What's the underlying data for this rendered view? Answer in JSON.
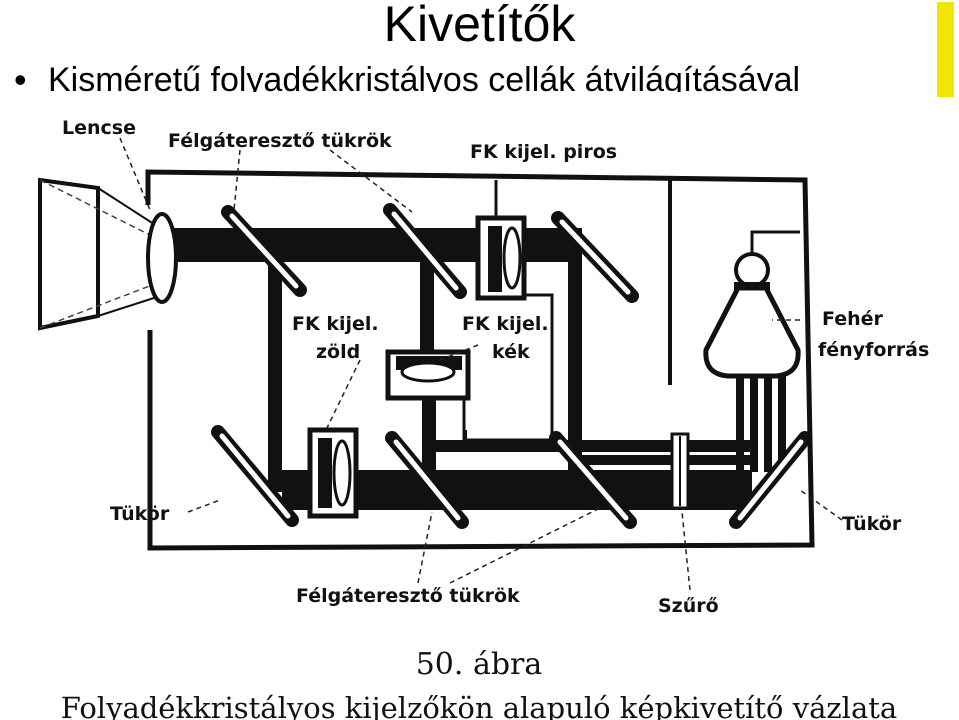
{
  "slide": {
    "title": "Kivetítők",
    "bullet": "Kisméretű folyadékkristályos cellák átvilágításával",
    "accent_color": "#f2e600"
  },
  "diagram": {
    "labels": {
      "lens": "Lencse",
      "half_mirrors_top": "Félgáteresztő tükrök",
      "lcd_red": "FK kijel. piros",
      "lcd_green_1": "FK kijel.",
      "lcd_green_2": "zöld",
      "lcd_blue_1": "FK kijel.",
      "lcd_blue_2": "kék",
      "white_source_1": "Fehér",
      "white_source_2": "fényforrás",
      "mirror_left": "Tükör",
      "mirror_right": "Tükör",
      "half_mirrors_bottom": "Félgáteresztő tükrök",
      "filter": "Szűrő"
    },
    "caption": {
      "figure_number": "50. ábra",
      "text": "Folyadékkristályos kijelzőkön alapuló képkivetítő vázlata"
    }
  }
}
